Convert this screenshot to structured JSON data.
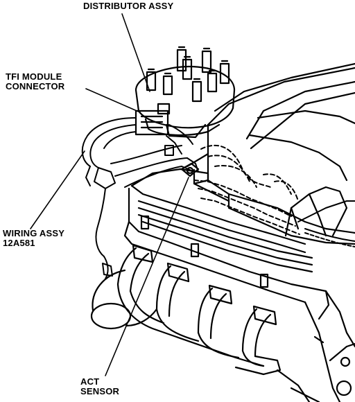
{
  "labels": {
    "distributor": "DISTRIBUTOR ASSY",
    "tfi_line1": "TFI MODULE",
    "tfi_line2": "CONNECTOR",
    "wiring_line1": "WIRING ASSY",
    "wiring_line2": "12A581",
    "act_line1": "ACT",
    "act_line2": "SENSOR"
  },
  "colors": {
    "ink": "#000000",
    "paper": "#ffffff"
  }
}
